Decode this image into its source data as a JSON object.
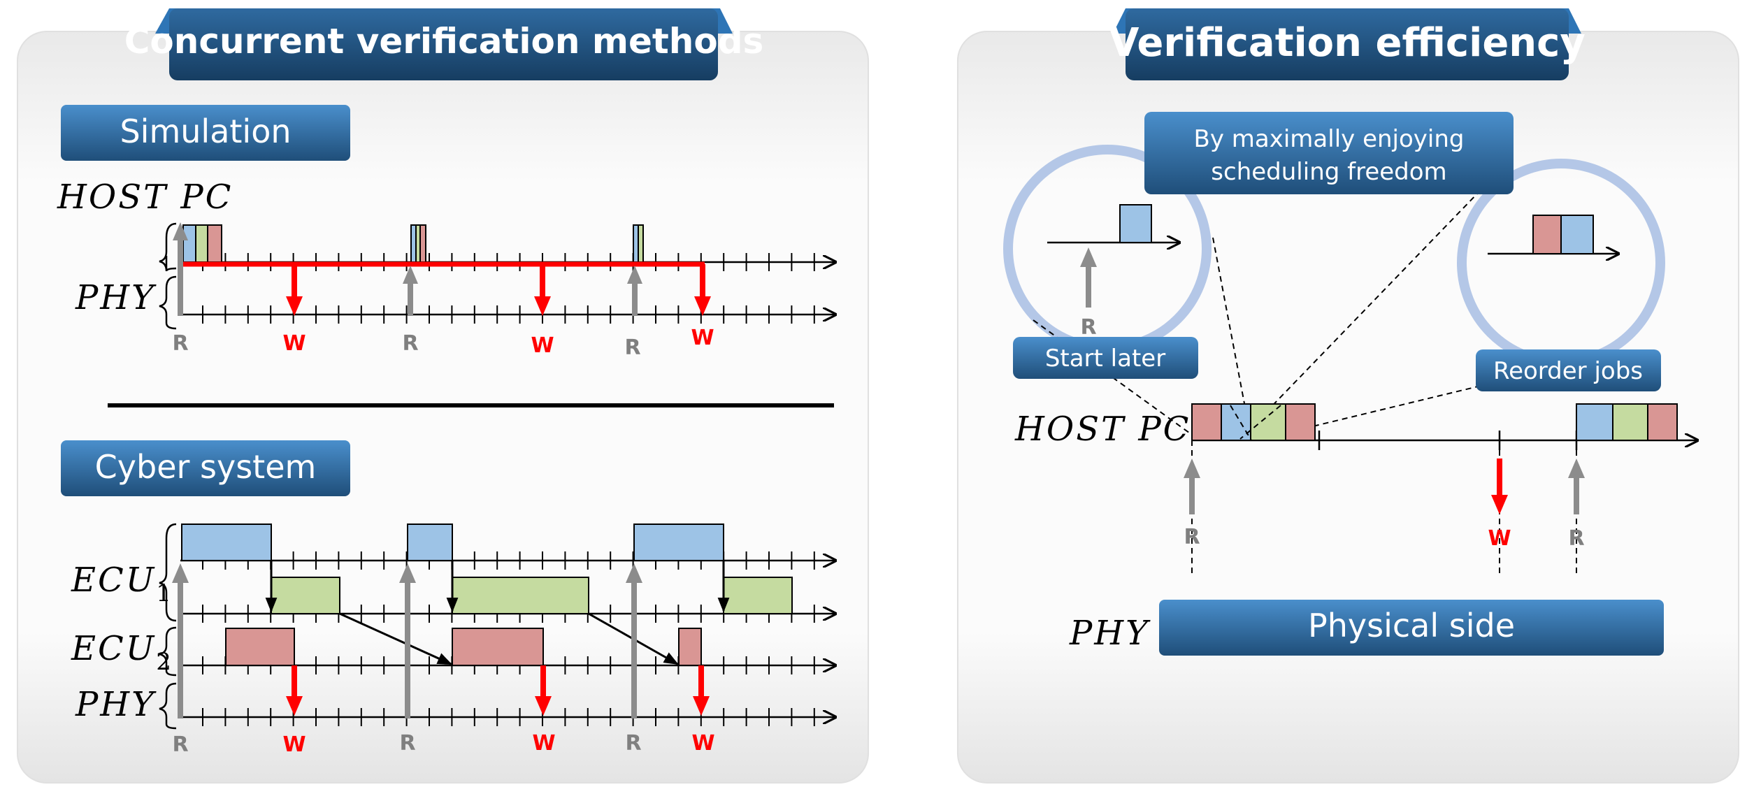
{
  "colors": {
    "panel_bg": "#f1f1f1",
    "badge_dark": "#1f4e79",
    "badge_light": "#3d85c6",
    "job_blue": "#9dc3e6",
    "job_green": "#c5dba0",
    "job_red": "#d99694",
    "read_arrow": "#8c8c8c",
    "write_arrow": "#ff0000",
    "zoom_circle": "#b4c7e7"
  },
  "left_panel": {
    "title": "Concurrent verification methods",
    "simulation": {
      "badge": "Simulation",
      "host_label": "HOST PC",
      "phy_label": "PHY",
      "read_labels": [
        "R",
        "R",
        "R"
      ],
      "write_labels": [
        "W",
        "W",
        "W"
      ]
    },
    "cyber": {
      "badge": "Cyber system",
      "ecu1_base": "ECU",
      "ecu1_sub": "1",
      "ecu2_base": "ECU",
      "ecu2_sub": "2",
      "phy_label": "PHY",
      "read_labels": [
        "R",
        "R",
        "R"
      ],
      "write_labels": [
        "W",
        "W",
        "W"
      ]
    }
  },
  "right_panel": {
    "title": "Verification efficiency",
    "callout": [
      "By maximally enjoying",
      "scheduling freedom"
    ],
    "start_later": "Start later",
    "reorder_jobs": "Reorder jobs",
    "zoom_read_label": "R",
    "host_label": "HOST PC",
    "phy_label": "PHY",
    "physical_side": "Physical side",
    "read_labels": [
      "R",
      "R"
    ],
    "write_label": "W"
  }
}
